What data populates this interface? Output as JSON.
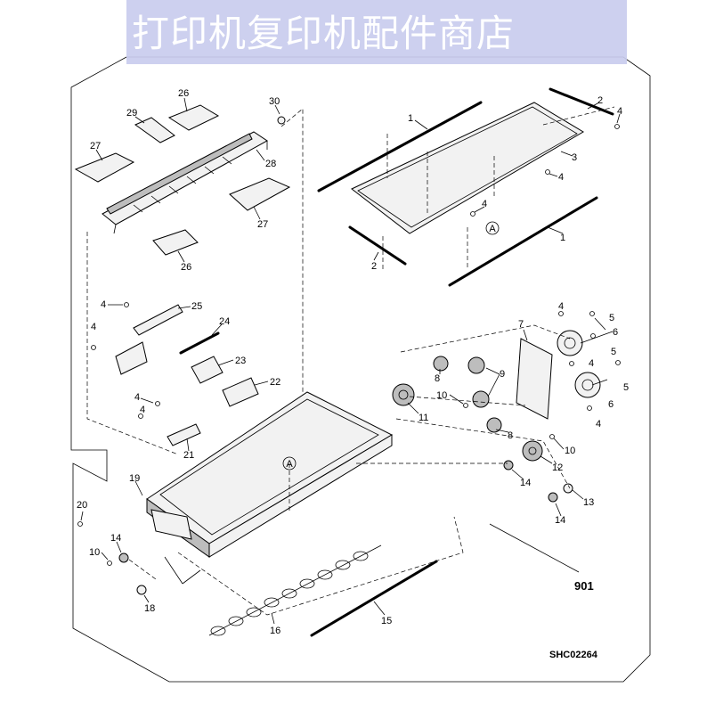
{
  "watermark": {
    "text": "打印机复印机配件商店",
    "band_color": "#c9ccee"
  },
  "diagram": {
    "assembly_number": "901",
    "drawing_code": "SHC02264",
    "reference_marker": "A",
    "callouts": {
      "c1a": "1",
      "c1b": "1",
      "c2a": "2",
      "c2b": "2",
      "c3": "3",
      "c4a": "4",
      "c4b": "4",
      "c4c": "4",
      "c4d": "4",
      "c4e": "4",
      "c4f": "4",
      "c4g": "4",
      "c4h": "4",
      "c4i": "4",
      "c4j": "4",
      "c5a": "5",
      "c5b": "5",
      "c5c": "5",
      "c6a": "6",
      "c6b": "6",
      "c7": "7",
      "c8a": "8",
      "c8b": "8",
      "c9": "9",
      "c10a": "10",
      "c10b": "10",
      "c10c": "10",
      "c11": "11",
      "c12": "12",
      "c13": "13",
      "c14a": "14",
      "c14b": "14",
      "c14c": "14",
      "c15": "15",
      "c16": "16",
      "c18": "18",
      "c19": "19",
      "c20": "20",
      "c21": "21",
      "c22": "22",
      "c23": "23",
      "c24": "24",
      "c25": "25",
      "c26a": "26",
      "c26b": "26",
      "c27a": "27",
      "c27b": "27",
      "c28": "28",
      "c29": "29",
      "c30": "30"
    }
  }
}
